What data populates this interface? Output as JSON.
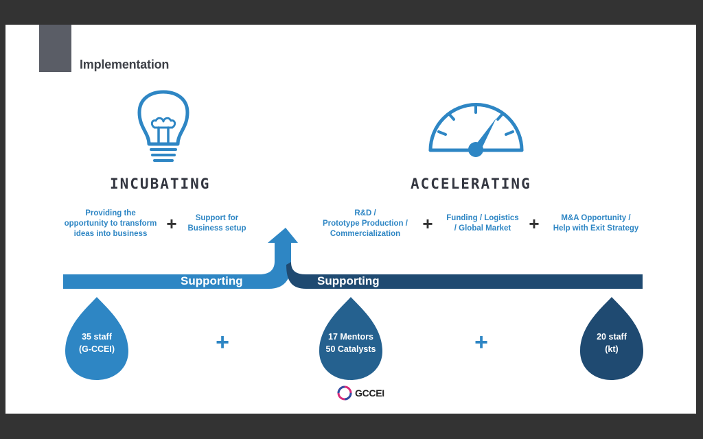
{
  "title": "Implementation",
  "incubating": {
    "heading": "INCUBATING",
    "items": [
      "Providing the\nopportunity to transform\nideas into business",
      "Support for\nBusiness setup"
    ]
  },
  "accelerating": {
    "heading": "ACCELERATING",
    "items": [
      "R&D /\nPrototype Production /\nCommercialization",
      "Funding / Logistics\n/ Global Market",
      "M&A Opportunity /\nHelp with Exit Strategy"
    ]
  },
  "plus": "+",
  "supporting_left": "Supporting",
  "supporting_right": "Supporting",
  "drops": [
    {
      "text": "35 staff\n(G-CCEI)",
      "color": "#2e86c4"
    },
    {
      "text": "17 Mentors\n50 Catalysts",
      "color": "#25618f"
    },
    {
      "text": "20 staff\n(kt)",
      "color": "#1f4a71"
    }
  ],
  "logo": "GCCEI",
  "colors": {
    "light_blue": "#2e86c4",
    "dark_blue": "#1f4a71",
    "accent_gray": "#5a5d66"
  },
  "icons": [
    "lightbulb-icon",
    "speedometer-icon",
    "gccei-logo-icon"
  ]
}
